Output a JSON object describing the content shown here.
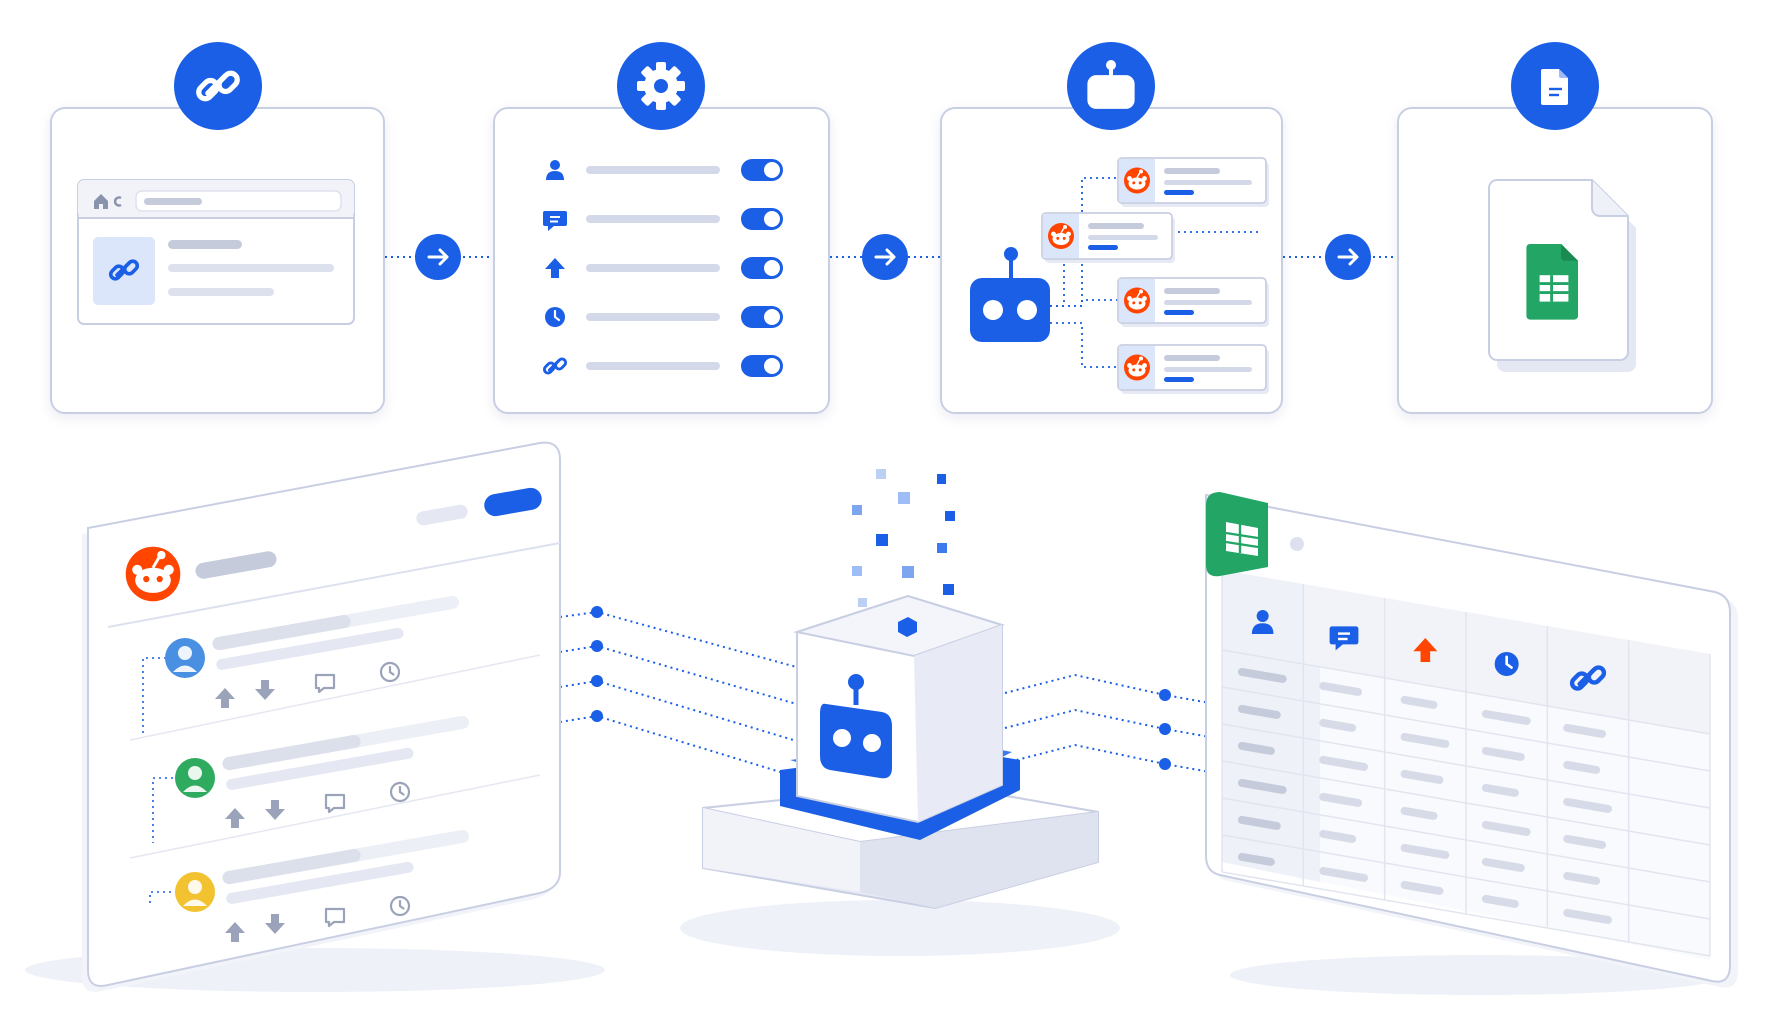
{
  "colors": {
    "primary": "#1a5fe6",
    "reddit": "#ff4500",
    "sheets": "#23a566",
    "panel_border": "#c9cfe3",
    "placeholder": "#d4d9ea",
    "background": "#ffffff"
  },
  "flow": {
    "steps": [
      {
        "id": "link",
        "icon": "link-icon"
      },
      {
        "id": "settings",
        "icon": "gear-icon"
      },
      {
        "id": "scraper",
        "icon": "robot-icon"
      },
      {
        "id": "export",
        "icon": "document-icon"
      }
    ],
    "connector_icon": "arrow-right-icon"
  },
  "settings_panel": {
    "rows": [
      {
        "icon": "user-icon",
        "toggle_on": true
      },
      {
        "icon": "comment-icon",
        "toggle_on": true
      },
      {
        "icon": "upvote-icon",
        "toggle_on": true
      },
      {
        "icon": "clock-icon",
        "toggle_on": true
      },
      {
        "icon": "link-icon",
        "toggle_on": true
      }
    ]
  },
  "reddit_thread": {
    "logo_icon": "reddit-icon",
    "comments": [
      {
        "avatar_color": "#4a90e2"
      },
      {
        "avatar_color": "#2eab5f"
      },
      {
        "avatar_color": "#f2c230"
      }
    ]
  },
  "spreadsheet": {
    "logo_icon": "sheets-icon",
    "columns": [
      "user-icon",
      "comment-icon",
      "upvote-icon",
      "clock-icon",
      "link-icon"
    ],
    "row_count": 6
  },
  "processor": {
    "icon": "robot-icon"
  }
}
